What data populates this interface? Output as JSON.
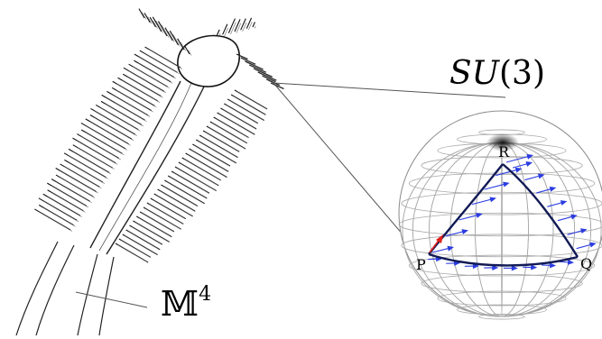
{
  "labels": {
    "group_symbol": "SU",
    "group_arg": "(3)",
    "manifold_symbol": "𝕄",
    "manifold_exponent": "4",
    "point_r": "R",
    "point_p": "P",
    "point_q": "Q"
  },
  "colors": {
    "ink": "#000000",
    "grid": "#a8a8a8",
    "triangle_path": "#111a55",
    "transported_vectors": "#2a3be0",
    "initial_vector": "#e0201c"
  },
  "icons": {
    "bristle_brush": "hairbrush-fiber-bundle",
    "group_sphere": "wireframe-sphere"
  }
}
